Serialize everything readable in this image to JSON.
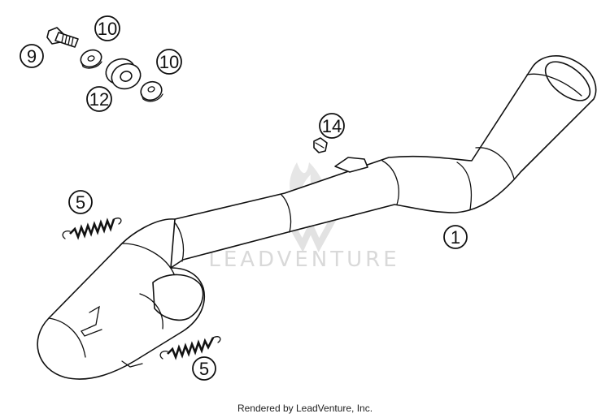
{
  "callouts": {
    "c1": "1",
    "c5a": "5",
    "c5b": "5",
    "c9": "9",
    "c10a": "10",
    "c10b": "10",
    "c12": "12",
    "c14": "14"
  },
  "watermark": "LEADVENTURE",
  "footer": "Rendered by LeadVenture, Inc."
}
